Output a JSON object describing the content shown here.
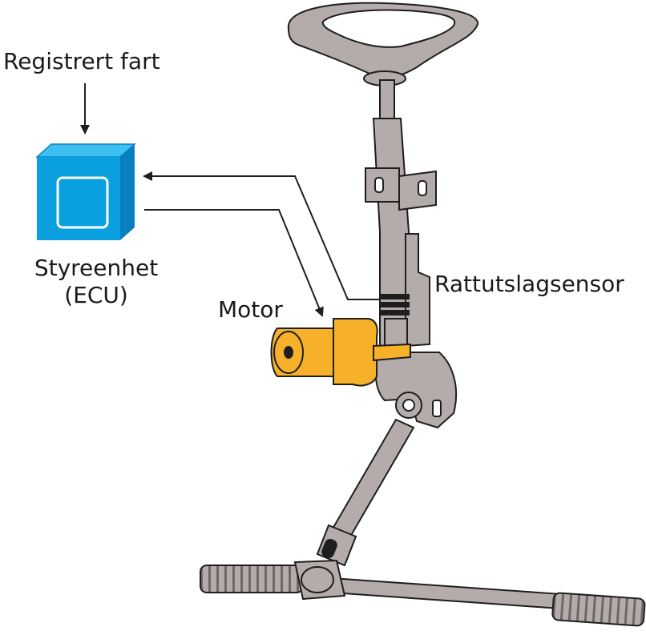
{
  "labels": {
    "speed_input": "Registrert fart",
    "ecu_line1": "Styreenhet",
    "ecu_line2": "(ECU)",
    "motor": "Motor",
    "steering_sensor": "Rattutslagsensor"
  },
  "colors": {
    "ecu_front": "#0aa0e0",
    "ecu_top": "#3cc0f2",
    "ecu_side": "#0a7fc0",
    "motor": "#f6b02a",
    "metal": "#b3acaa",
    "metal_dark": "#8c8583",
    "outline": "#1e1e1e"
  }
}
